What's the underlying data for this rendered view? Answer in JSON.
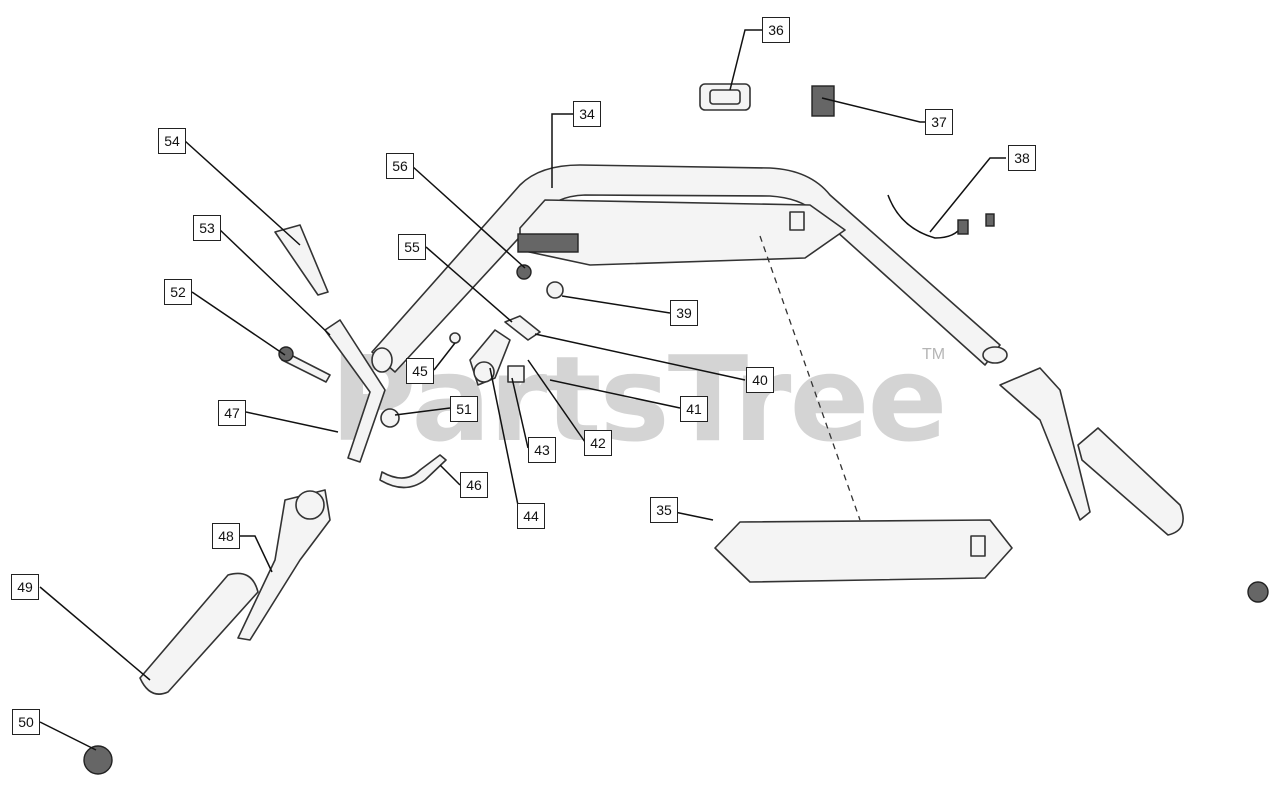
{
  "watermark": {
    "text": "PartsTree",
    "trademark": "TM"
  },
  "callouts": [
    "34",
    "35",
    "36",
    "37",
    "38",
    "39",
    "40",
    "41",
    "42",
    "43",
    "44",
    "45",
    "46",
    "47",
    "48",
    "49",
    "50",
    "51",
    "52",
    "53",
    "54",
    "55",
    "56"
  ]
}
